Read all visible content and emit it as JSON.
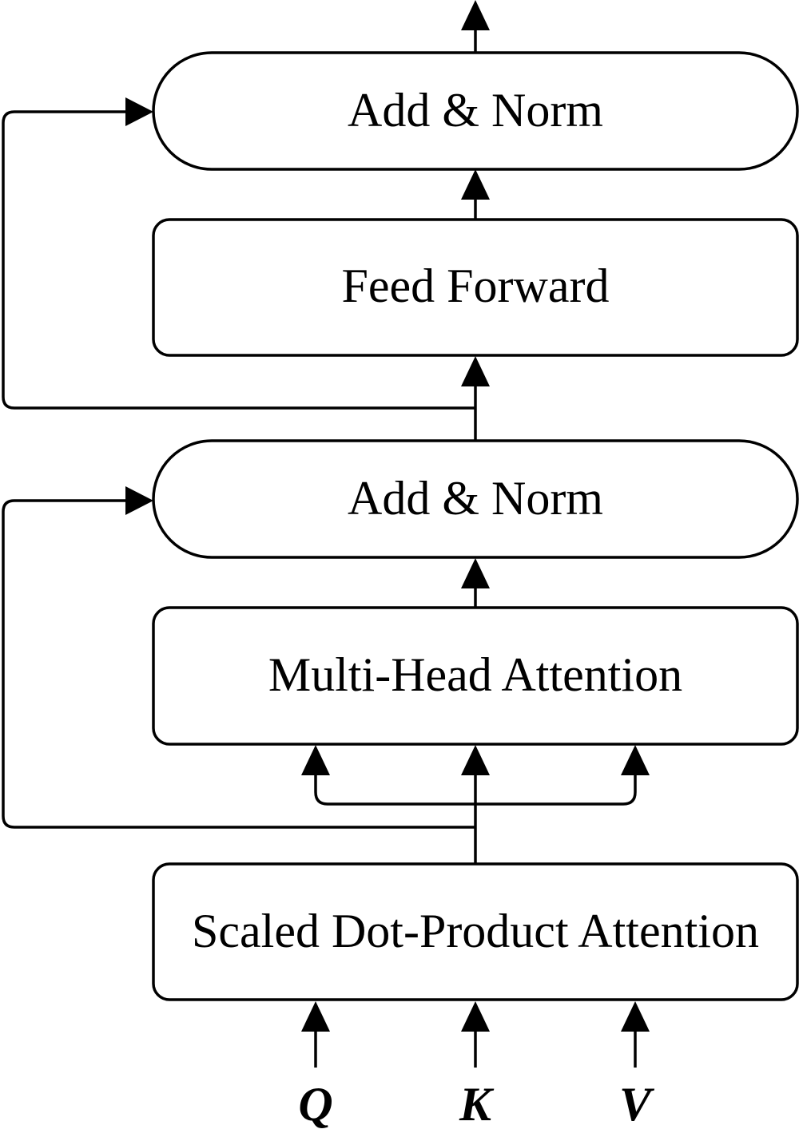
{
  "blocks": {
    "add_norm_top": "Add & Norm",
    "feed_forward": "Feed Forward",
    "add_norm_bottom": "Add & Norm",
    "multi_head_attention": "Multi-Head Attention",
    "scaled_dot_product_attention": "Scaled Dot-Product Attention"
  },
  "inputs": {
    "q": "Q",
    "k": "K",
    "v": "V"
  },
  "colors": {
    "stroke": "#000000",
    "fill": "#ffffff"
  }
}
